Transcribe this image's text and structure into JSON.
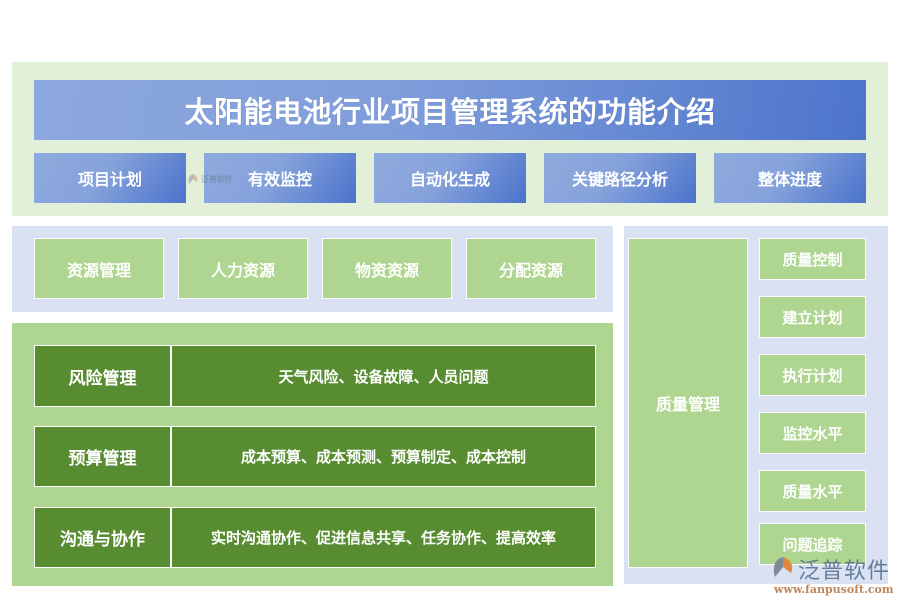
{
  "header": {
    "title": "太阳能电池行业项目管理系统的功能介绍",
    "features": [
      "项目计划",
      "有效监控",
      "自动化生成",
      "关键路径分析",
      "整体进度"
    ]
  },
  "resources": {
    "items": [
      "资源管理",
      "人力资源",
      "物资资源",
      "分配资源"
    ]
  },
  "management_rows": [
    {
      "label": "风险管理",
      "desc": "天气风险、设备故障、人员问题"
    },
    {
      "label": "预算管理",
      "desc": "成本预算、成本预测、预算制定、成本控制"
    },
    {
      "label": "沟通与协作",
      "desc": "实时沟通协作、促进信息共享、任务协作、提高效率"
    }
  ],
  "quality": {
    "title": "质量管理",
    "items": [
      "质量控制",
      "建立计划",
      "执行计划",
      "监控水平",
      "质量水平",
      "问题追踪"
    ]
  },
  "watermark": {
    "brand": "泛普软件",
    "url": "www.fanpusoft.com",
    "icon": "fanpu-leaf-logo-icon"
  },
  "colors": {
    "blue_light": "#8faadd",
    "blue_dark": "#4a73cb",
    "green_light": "#aed690",
    "green_dark": "#588c31",
    "panel_green": "#e2efd9",
    "panel_blue": "#d9e1f3"
  }
}
